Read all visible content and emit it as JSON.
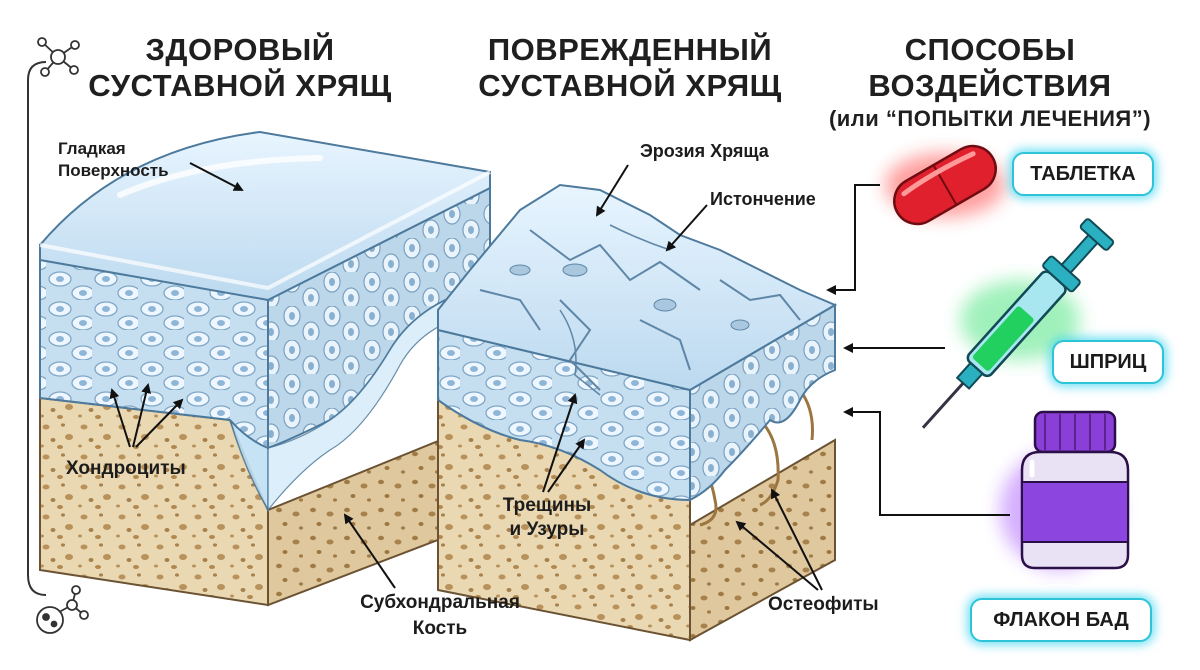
{
  "headings": {
    "healthy": [
      "ЗДОРОВЫЙ",
      "СУСТАВНОЙ ХРЯЩ"
    ],
    "damaged": [
      "ПОВРЕЖДЕННЫЙ",
      "СУСТАВНОЙ ХРЯЩ"
    ],
    "methods": [
      "СПОСОБЫ ВОЗДЕЙСТВИЯ",
      "(или “ПОПЫТКИ ЛЕЧЕНИЯ”)"
    ]
  },
  "labels": {
    "smooth_surface": [
      "Гладкая",
      "Поверхность"
    ],
    "chondrocytes": "Хондроциты",
    "subchondral_bone": [
      "Субхондральная",
      "Кость"
    ],
    "erosion": "Эрозия Хряща",
    "thinning": "Истончение",
    "cracks": [
      "Трещины",
      "и Узуры"
    ],
    "osteophytes": "Остеофиты"
  },
  "treatments": [
    {
      "label": "ТАБЛЕТКА",
      "icon": "pill-capsule-icon",
      "glow": "#ff3b3b"
    },
    {
      "label": "ШПРИЦ",
      "icon": "syringe-icon",
      "glow": "#39e07a"
    },
    {
      "label": "ФЛАКОН БАД",
      "icon": "supplement-bottle-icon",
      "glow": "#b05cff"
    }
  ],
  "colors": {
    "cartilage": "#cfe6f5",
    "cartilage_top": "#dcefff",
    "bone": "#ead8b3",
    "pill_accent": "#2ec4d8"
  },
  "icons": [
    "molecule-icon",
    "cell-molecule-icon"
  ]
}
